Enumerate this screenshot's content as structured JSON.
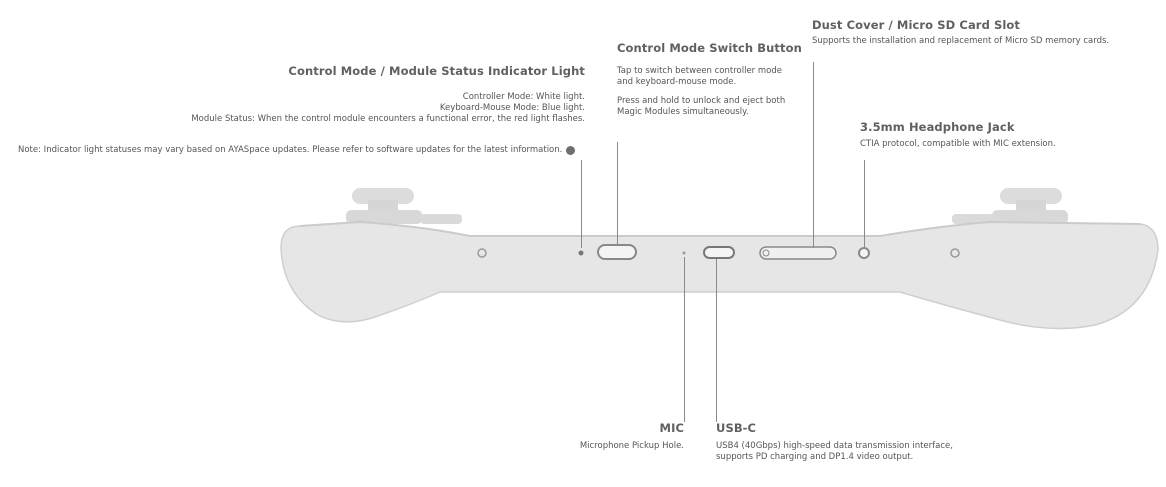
{
  "callouts": {
    "indicator": {
      "title": "Control Mode / Module Status Indicator Light",
      "lines": [
        "Controller Mode: White light.",
        "Keyboard-Mouse Mode: Blue light.",
        "Module Status: When the control module encounters a functional error, the red light flashes."
      ],
      "note": "Note: Indicator light statuses may vary based on AYASpace updates. Please refer to software updates for the latest information."
    },
    "switch": {
      "title": "Control Mode Switch Button",
      "para1": "Tap to switch between controller mode and keyboard-mouse mode.",
      "para2": "Press and hold to unlock and eject both Magic Modules simultaneously."
    },
    "dust": {
      "title": "Dust Cover / Micro SD Card Slot",
      "text": "Supports the installation and replacement of Micro SD memory cards."
    },
    "jack": {
      "title": "3.5mm Headphone Jack",
      "text": "CTIA protocol, compatible with MIC extension."
    },
    "mic": {
      "title": "MIC",
      "text": "Microphone Pickup Hole."
    },
    "usbc": {
      "title": "USB-C",
      "text": "USB4 (40Gbps) high-speed data transmission interface, supports PD charging and DP1.4 video output."
    }
  },
  "colors": {
    "body": "#e4e4e4",
    "body_shadow": "#d2d2d2",
    "text": "#5a5a5a",
    "leader": "#8a8a8a"
  }
}
